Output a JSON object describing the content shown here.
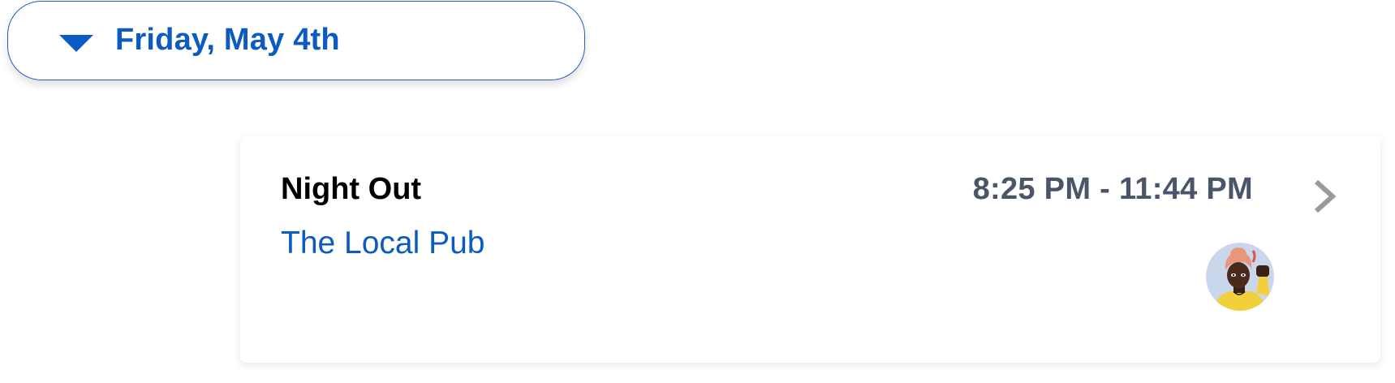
{
  "day_group": {
    "label": "Friday, May 4th",
    "expanded": true,
    "caret_icon": "caret-down-icon"
  },
  "event": {
    "title": "Night Out",
    "location": "The Local Pub",
    "time_range": "8:25 PM - 11:44 PM",
    "chevron_icon": "chevron-right-icon",
    "avatar_icon": "attendee-avatar"
  },
  "colors": {
    "accent": "#0b5bc2",
    "time_text": "#4a5568",
    "chevron": "#9a9a9a"
  }
}
